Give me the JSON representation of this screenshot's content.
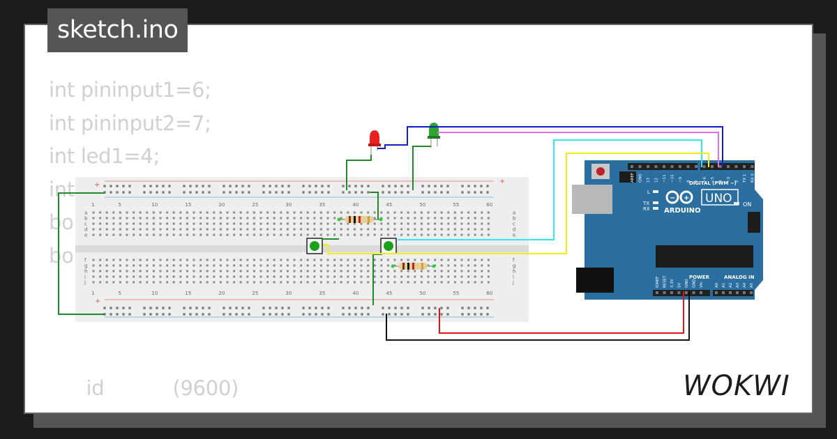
{
  "title": "sketch.ino",
  "code_lines": [
    "int pininput1=6;",
    "int pininput2=7;",
    "int led1=4;",
    "int",
    "bo",
    "bo",
    "",
    "",
    "",
    "      id           (9600)"
  ],
  "breadboard": {
    "column_labels": [
      "1",
      "5",
      "10",
      "15",
      "20",
      "25",
      "30",
      "35",
      "40",
      "45",
      "50",
      "55",
      "60"
    ],
    "row_labels_top": [
      "a",
      "b",
      "c",
      "d",
      "e"
    ],
    "row_labels_bottom": [
      "f",
      "g",
      "h",
      "i",
      "j"
    ],
    "rail_plus": "+",
    "rail_minus": "-"
  },
  "arduino": {
    "brand": "ARDUINO",
    "model": "UNO",
    "on_label": "ON",
    "digital_label": "DIGITAL (PWM ~)",
    "power_label": "POWER",
    "analog_label": "ANALOG IN",
    "tx_label": "TX",
    "rx_label": "RX",
    "l_label": "L",
    "digital_pins": [
      "AREF",
      "GND",
      "13",
      "12",
      "~11",
      "~10",
      "~9",
      "8",
      "7",
      "~6",
      "~5",
      "4",
      "~3",
      "2",
      "TX 1",
      "RX 0"
    ],
    "power_pins": [
      "IOREF",
      "RESET",
      "3.3V",
      "5V",
      "GND",
      "GND",
      "Vin"
    ],
    "analog_pins": [
      "A0",
      "A1",
      "A2",
      "A3",
      "A4",
      "A5"
    ]
  },
  "brand_logo": "WOKWI",
  "colors": {
    "wire_green": "#1f8a2a",
    "wire_blue": "#0a1fc4",
    "wire_magenta": "#e070e8",
    "wire_cyan": "#2fe6f5",
    "wire_yellow": "#f2ee14",
    "wire_red": "#e01616",
    "wire_black": "#111111",
    "board_blue": "#2b6ea0",
    "led_red": "#e82020",
    "led_green": "#2fa52f"
  }
}
